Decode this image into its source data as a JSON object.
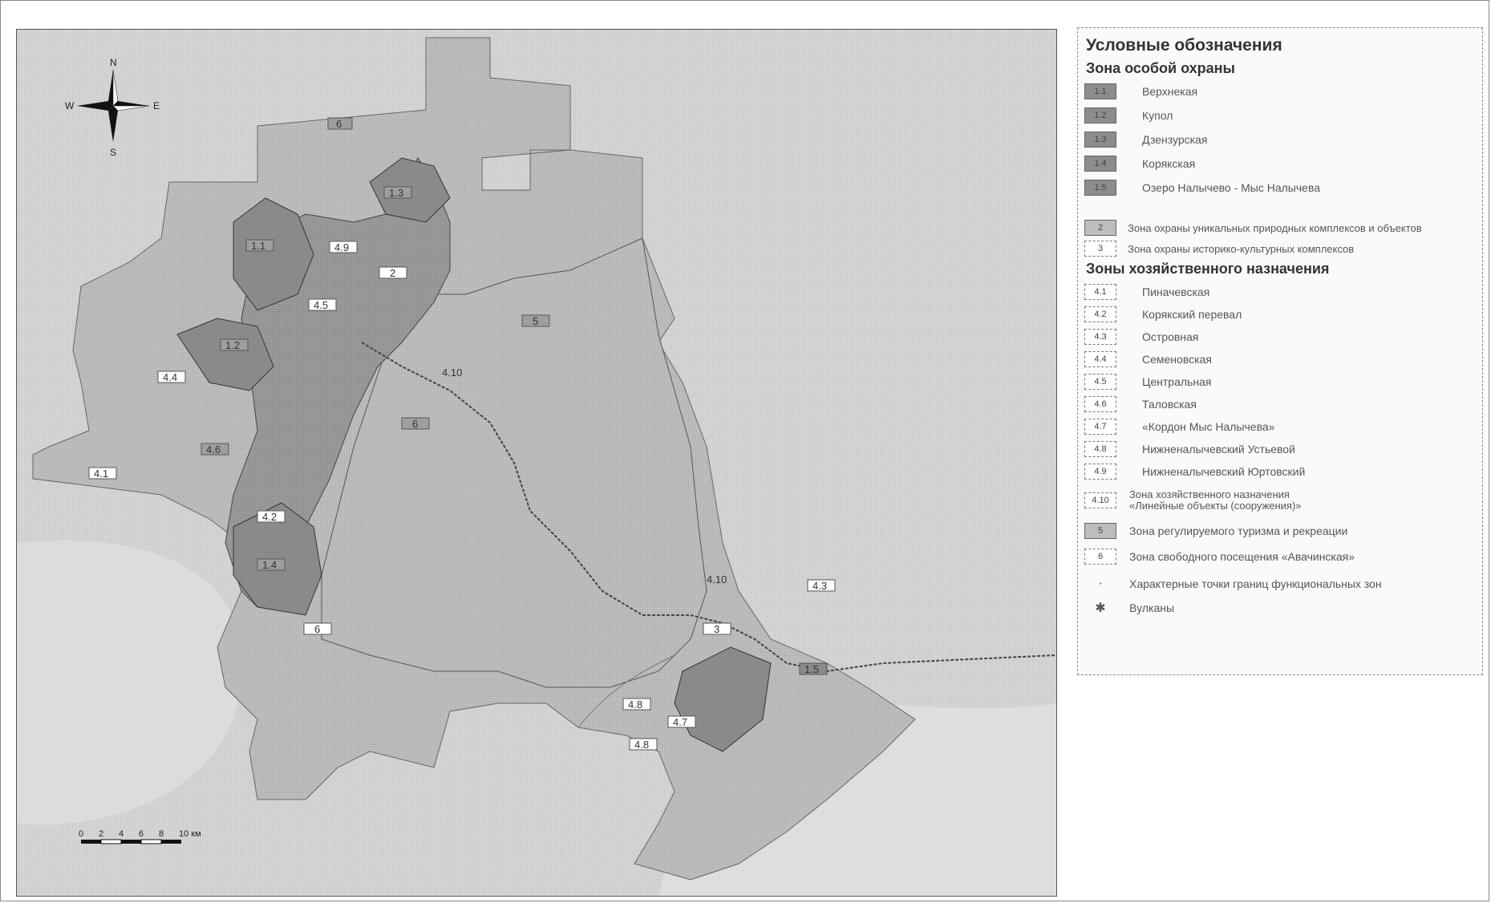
{
  "compass": {
    "n": "N",
    "s": "S",
    "w": "W",
    "e": "E"
  },
  "scale": {
    "ticks": [
      "0",
      "2",
      "4",
      "6",
      "8"
    ],
    "end_label": "10 км"
  },
  "map_labels": {
    "z6_top": "6",
    "z1_3": "1.3",
    "z1_1": "1.1",
    "z4_9": "4.9",
    "z2": "2",
    "z4_5": "4.5",
    "z5": "5",
    "z1_2": "1.2",
    "z4_4": "4.4",
    "z4_10": "4.10",
    "z6_mid": "6",
    "z4_6": "4.6",
    "z4_1": "4.1",
    "z4_2": "4.2",
    "z1_4": "1.4",
    "z6_bottom": "6",
    "z4_10b": "4.10",
    "z3": "3",
    "z4_3": "4.3",
    "z1_5": "1.5",
    "z4_8a": "4.8",
    "z4_7": "4.7",
    "z4_8b": "4.8"
  },
  "legend": {
    "title": "Условные обозначения",
    "section_special": "Зона особой охраны",
    "special": [
      {
        "code": "1.1",
        "label": "Верхнекая"
      },
      {
        "code": "1.2",
        "label": "Купол"
      },
      {
        "code": "1.3",
        "label": "Дзензурская"
      },
      {
        "code": "1.4",
        "label": "Корякская"
      },
      {
        "code": "1.5",
        "label": "Озеро Налычево - Мыс Налычева"
      }
    ],
    "zone2": {
      "code": "2",
      "label": "Зона охраны уникальных природных комплексов и объектов"
    },
    "zone3": {
      "code": "3",
      "label": "Зона охраны историко-культурных комплексов"
    },
    "section_economic": "Зоны хозяйственного назначения",
    "economic": [
      {
        "code": "4.1",
        "label": "Пиначевская"
      },
      {
        "code": "4.2",
        "label": "Корякский перевал"
      },
      {
        "code": "4.3",
        "label": "Островная"
      },
      {
        "code": "4.4",
        "label": "Семеновская"
      },
      {
        "code": "4.5",
        "label": "Центральная"
      },
      {
        "code": "4.6",
        "label": "Таловская"
      },
      {
        "code": "4.7",
        "label": "«Кордон Мыс Налычева»"
      },
      {
        "code": "4.8",
        "label": "Нижненалычевский Устьевой"
      },
      {
        "code": "4.9",
        "label": "Нижненалычевский Юртовский"
      }
    ],
    "zone4_10": {
      "code": "4.10",
      "label": "Зона хозяйственного назначения «Линейные объекты (сооружения)»"
    },
    "zone5": {
      "code": "5",
      "label": "Зона регулируемого туризма и рекреации"
    },
    "zone6": {
      "code": "6",
      "label": "Зона свободного посещения «Авачинская»"
    },
    "points": {
      "symbol": "·",
      "label": "Характерные точки границ функциональных зон"
    },
    "volcano": {
      "symbol": "✱",
      "label": "Вулканы"
    }
  }
}
